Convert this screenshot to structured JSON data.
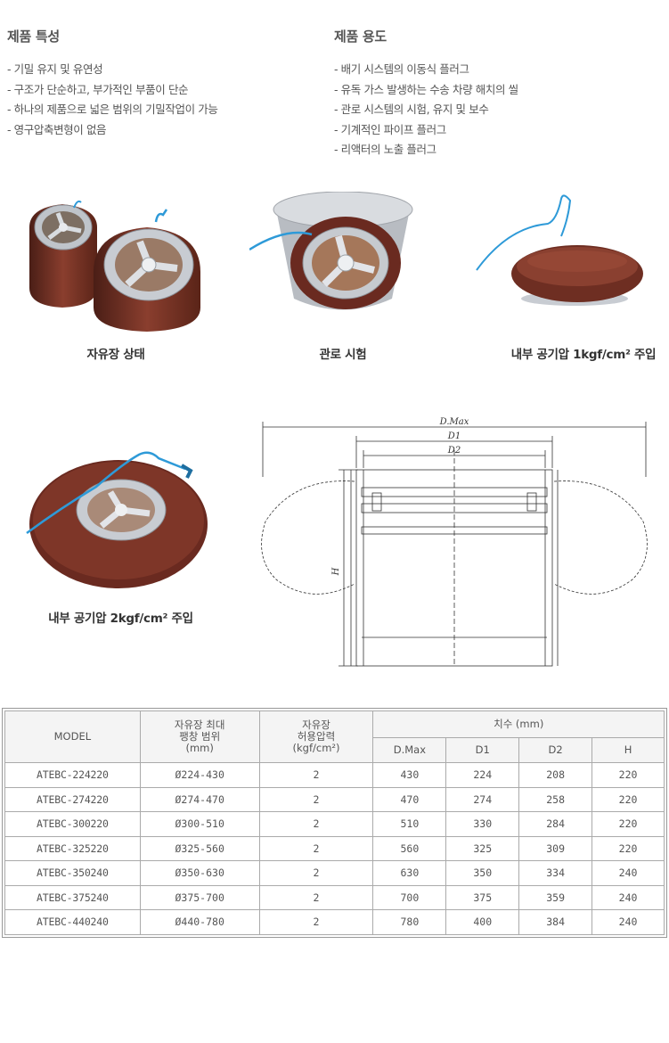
{
  "features": {
    "title": "제품 특성",
    "items": [
      "- 기밀 유지 및 유연성",
      "- 구조가 단순하고, 부가적인 부품이 단순",
      "- 하나의 제품으로 넓은 범위의 기밀작업이 가능",
      "- 영구압축변형이 없음"
    ]
  },
  "uses": {
    "title": "제품 용도",
    "items": [
      "- 배기 시스템의 이동식 플러그",
      "- 유독 가스 발생하는 수송 차량 해치의 씰",
      "- 관로 시스템의 시험, 유지 및 보수",
      "- 기계적인 파이프 플러그",
      "- 리액터의 노출 플러그"
    ]
  },
  "captions": {
    "free_state": "자유장 상태",
    "pipe_test": "관로 시험",
    "pressure_1": "내부 공기압 1kgf/cm² 주입",
    "pressure_2": "내부 공기압 2kgf/cm² 주입"
  },
  "diagram": {
    "dmax_label": "D.Max",
    "d1_label": "D1",
    "d2_label": "D2",
    "h_label": "H"
  },
  "table": {
    "headers": {
      "model": "MODEL",
      "range_1": "자유장 최대",
      "range_2": "팽창 범위",
      "range_3": "(mm)",
      "pressure_1": "자유장",
      "pressure_2": "허용압력",
      "pressure_3": "(kgf/cm²)",
      "dims": "치수 (mm)",
      "dmax": "D.Max",
      "d1": "D1",
      "d2": "D2",
      "h": "H"
    },
    "rows": [
      {
        "model": "ATEBC-224220",
        "range": "Ø224-430",
        "pressure": "2",
        "dmax": "430",
        "d1": "224",
        "d2": "208",
        "h": "220"
      },
      {
        "model": "ATEBC-274220",
        "range": "Ø274-470",
        "pressure": "2",
        "dmax": "470",
        "d1": "274",
        "d2": "258",
        "h": "220"
      },
      {
        "model": "ATEBC-300220",
        "range": "Ø300-510",
        "pressure": "2",
        "dmax": "510",
        "d1": "330",
        "d2": "284",
        "h": "220"
      },
      {
        "model": "ATEBC-325220",
        "range": "Ø325-560",
        "pressure": "2",
        "dmax": "560",
        "d1": "325",
        "d2": "309",
        "h": "220"
      },
      {
        "model": "ATEBC-350240",
        "range": "Ø350-630",
        "pressure": "2",
        "dmax": "630",
        "d1": "350",
        "d2": "334",
        "h": "240"
      },
      {
        "model": "ATEBC-375240",
        "range": "Ø375-700",
        "pressure": "2",
        "dmax": "700",
        "d1": "375",
        "d2": "359",
        "h": "240"
      },
      {
        "model": "ATEBC-440240",
        "range": "Ø440-780",
        "pressure": "2",
        "dmax": "780",
        "d1": "400",
        "d2": "384",
        "h": "240"
      }
    ]
  },
  "colors": {
    "rubber": "#7a3528",
    "rubber_dark": "#4a1e16",
    "metal": "#c8ccd2",
    "hose": "#2e9ad8"
  }
}
